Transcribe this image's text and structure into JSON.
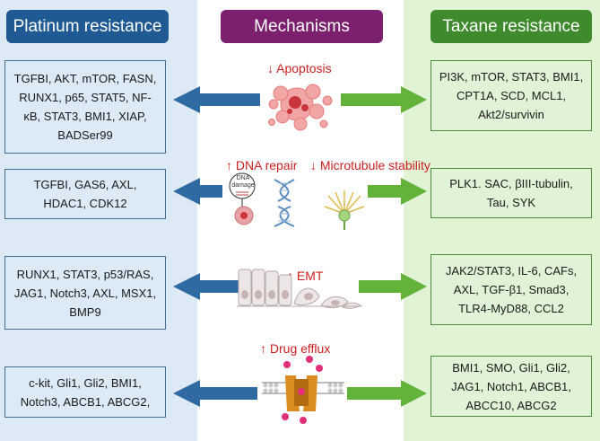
{
  "headers": {
    "platinum": "Platinum resistance",
    "mechanisms": "Mechanisms",
    "taxane": "Taxane resistance"
  },
  "rows": [
    {
      "platinum": "TGFBI, AKT, mTOR, FASN, RUNX1, p65, STAT5, NF-κB, STAT3, BMI1, XIAP, BADSer99",
      "mechanisms": [
        "↓ Apoptosis"
      ],
      "taxane": "PI3K, mTOR, STAT3, BMI1, CPT1A, SCD, MCL1, Akt2/survivin"
    },
    {
      "platinum": "TGFBI, GAS6, AXL, HDAC1, CDK12",
      "mechanisms": [
        "↑ DNA repair",
        "↓ Microtubule stability"
      ],
      "dna_damage_label": "DNA damage",
      "taxane": "PLK1. SAC, βIII-tubulin, Tau, SYK"
    },
    {
      "platinum": "RUNX1, STAT3, p53/RAS, JAG1, Notch3, AXL, MSX1, BMP9",
      "mechanisms": [
        "↑ EMT"
      ],
      "taxane": "JAK2/STAT3, IL-6, CAFs, AXL, TGF-β1, Smad3, TLR4-MyD88, CCL2"
    },
    {
      "platinum": "c-kit, Gli1, Gli2, BMI1, Notch3, ABCB1, ABCG2,",
      "mechanisms": [
        "↑ Drug efflux"
      ],
      "taxane": "BMI1, SMO, Gli1, Gli2, JAG1, Notch1, ABCB1, ABCC10, ABCG2"
    }
  ],
  "colors": {
    "platinum_bg": "#dde9f5",
    "taxane_bg": "#e0f3d5",
    "platinum_header": "#1f5a94",
    "mechanisms_header": "#7b1f6e",
    "taxane_header": "#3e8a2c",
    "left_arrow": "#2f6aa3",
    "right_arrow": "#63b23a",
    "mechanism_text": "#cc1f1f"
  }
}
